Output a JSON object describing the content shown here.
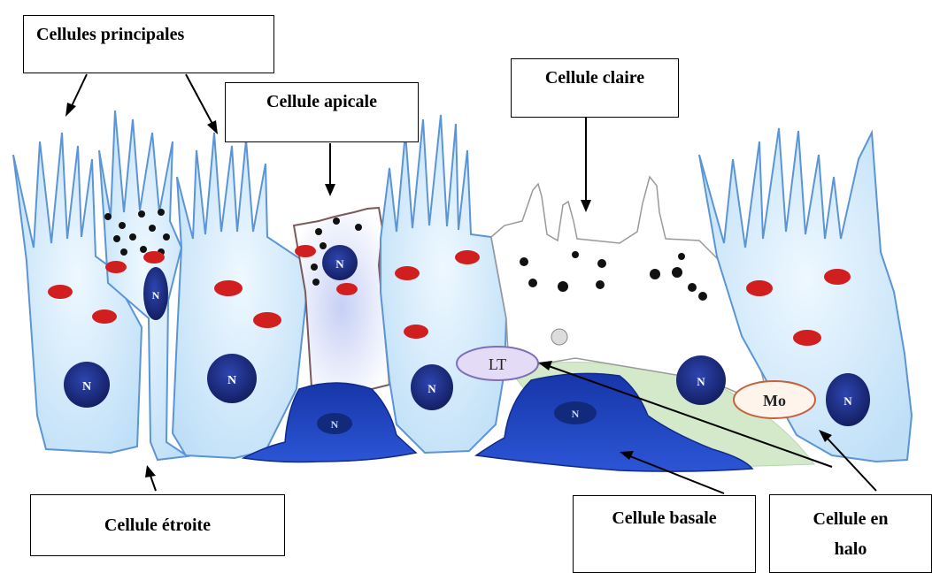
{
  "labels": {
    "cellules_principales": "Cellules principales",
    "cellule_apicale": "Cellule apicale",
    "cellule_claire": "Cellule claire",
    "cellule_etroite": "Cellule étroite",
    "cellule_basale": "Cellule basale",
    "cellule_en_halo_line1": "Cellule en",
    "cellule_en_halo_line2": "halo"
  },
  "markers": {
    "nucleus": "N",
    "lymphocyte": "LT",
    "macrophage": "Mo"
  },
  "colors": {
    "principal_cell_fill": "#d4ecfb",
    "principal_cell_stroke": "#5b95d6",
    "nucleus": "#1e2f86",
    "basal_cell": "#2340b8",
    "mitochondria": "#d11f1f",
    "halo_green": "#d3e9c9",
    "clear_cell_stroke": "#8c8c8c"
  }
}
